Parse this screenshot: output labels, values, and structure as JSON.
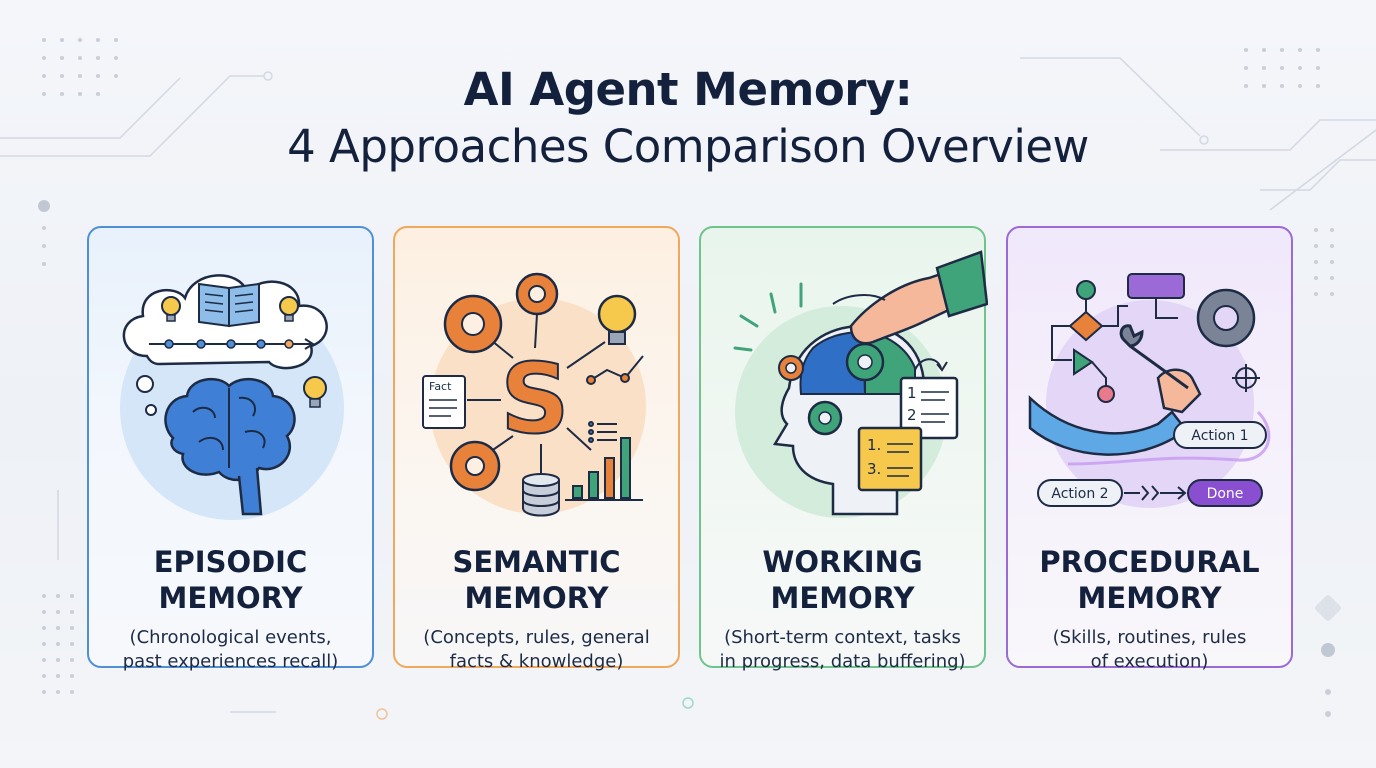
{
  "title": {
    "line1": "AI Agent Memory:",
    "line2": "4 Approaches Comparison Overview"
  },
  "cards": [
    {
      "title_line1": "EPISODIC",
      "title_line2": "MEMORY",
      "desc_line1": "(Chronological events,",
      "desc_line2": "past experiences recall)",
      "accent": "#4f8fd6"
    },
    {
      "title_line1": "SEMANTIC",
      "title_line2": "MEMORY",
      "desc_line1": "(Concepts, rules, general",
      "desc_line2": "facts & knowledge)",
      "accent": "#f0a85c",
      "illustration_label": "Fact"
    },
    {
      "title_line1": "WORKING",
      "title_line2": "MEMORY",
      "desc_line1": "(Short-term context, tasks",
      "desc_line2": "in progress, data buffering)",
      "accent": "#6fc48c"
    },
    {
      "title_line1": "PROCEDURAL",
      "title_line2": "MEMORY",
      "desc_line1": "(Skills, routines, rules",
      "desc_line2": "of execution)",
      "accent": "#9b6ad6",
      "action1": "Action 1",
      "action2": "Action 2",
      "done": "Done"
    }
  ]
}
